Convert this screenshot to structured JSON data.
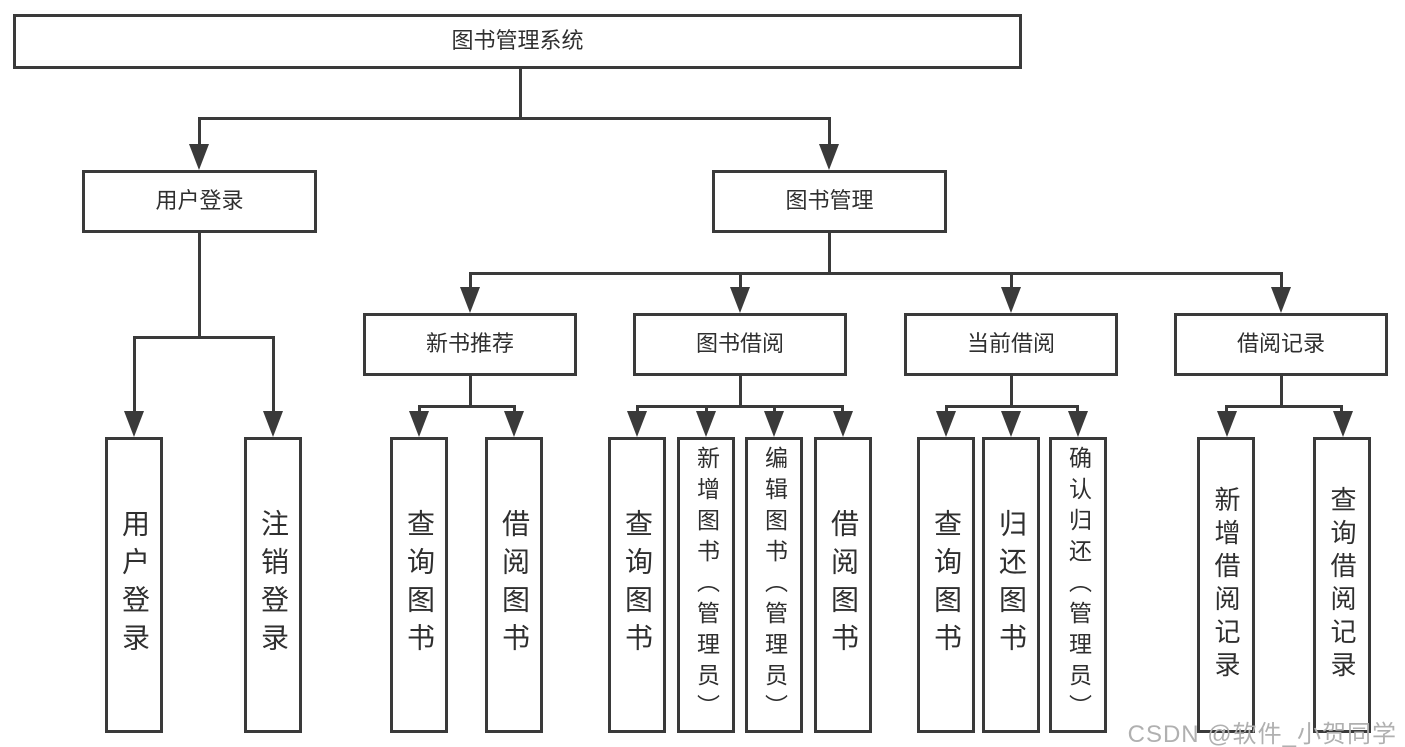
{
  "diagram": {
    "type": "hierarchy-tree",
    "tree": {
      "label": "图书管理系统",
      "children": [
        {
          "label": "用户登录",
          "children": [
            "用户登录",
            "注销登录"
          ]
        },
        {
          "label": "图书管理",
          "children": [
            {
              "label": "新书推荐",
              "children": [
                "查询图书",
                "借阅图书"
              ]
            },
            {
              "label": "图书借阅",
              "children": [
                "查询图书",
                "新增图书（管理员）",
                "编辑图书（管理员）",
                "借阅图书"
              ]
            },
            {
              "label": "当前借阅",
              "children": [
                "查询图书",
                "归还图书",
                "确认归还（管理员）"
              ]
            },
            {
              "label": "借阅记录",
              "children": [
                "新增借阅记录",
                "查询借阅记录"
              ]
            }
          ]
        }
      ]
    },
    "colors": {
      "line": "#3a3a3a",
      "text": "#2f2f2f",
      "background": "#ffffff",
      "watermark": "#b0b0b0"
    }
  },
  "watermark": {
    "text": "CSDN @软件_小贺同学"
  }
}
